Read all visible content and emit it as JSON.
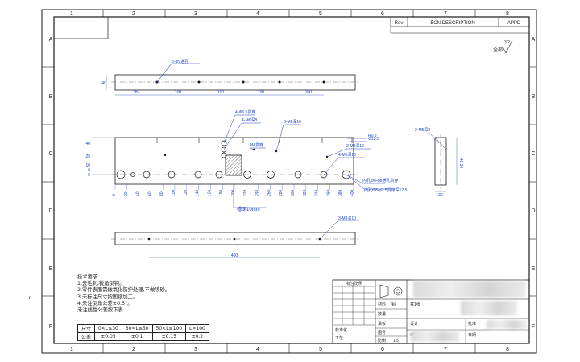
{
  "grid": {
    "cols": [
      "1",
      "2",
      "3",
      "4",
      "5",
      "6",
      "7",
      "8"
    ],
    "rows": [
      "A",
      "B",
      "C",
      "D",
      "E",
      "F"
    ]
  },
  "revision_table": {
    "rev_label": "Rev",
    "desc_label": "ECN DESCRIPTION",
    "appd_label": "APPD"
  },
  "roughness": {
    "prefix": "全部",
    "value": "3.2"
  },
  "top_view": {
    "note": "5-Φ9通孔",
    "dims": [
      "95",
      "100",
      "100",
      "100",
      "300"
    ],
    "height_dim": "40"
  },
  "front_view": {
    "callouts": [
      "4-Φ6.5贯穿",
      "4-M6深8",
      "3-M6深10",
      "M4贯穿",
      "3-M6深10",
      "4-M5深10",
      "内孔Φ6-φ8通孔贯穿",
      "内孔Φ8-φ7.5贯穿深12.5",
      "Φ12.5",
      "R0.5"
    ],
    "pocket_label": "槽深10mm",
    "left_dims": [
      "40",
      "25",
      "10",
      "8",
      "5"
    ],
    "bottom_dims": [
      "0",
      "20",
      "40",
      "60",
      "80",
      "100",
      "120",
      "140",
      "160",
      "180",
      "200",
      "220",
      "240",
      "260",
      "280",
      "300",
      "320",
      "340",
      "360",
      "380",
      "400"
    ]
  },
  "bottom_view": {
    "note": "3-M6深10",
    "length_dim": "400"
  },
  "side_view": {
    "note": "2-M5深8",
    "dims": [
      "40.30",
      "30"
    ]
  },
  "notes": {
    "title": "技术要求",
    "items": [
      "1.去毛刺,锐角倒钝。",
      "2.零件表面需做氧化防护处理,不做喷砂。",
      "3.未标注尺寸按图纸加工。",
      "4.未注倒角公差±0.5°。",
      "未注线性公差按下表"
    ]
  },
  "tolerance_table": {
    "header": [
      "尺寸",
      "0<L≤30",
      "30<L≤50",
      "50<L≤100",
      "L>100"
    ],
    "values": [
      "公差",
      "±0.05",
      "±0.1",
      "±0.15",
      "±0.2"
    ]
  },
  "title_block": {
    "header": "标注比例",
    "material_label": "材料",
    "material_value": "铝",
    "quantity_label": "数量",
    "part_name": "滑板",
    "scale_label": "比例",
    "scale_value": "1:5",
    "sheet_label": "共1张",
    "drawing_label": "图号",
    "designer_label": "设计",
    "checker_label": "审核",
    "approver_label": "批准",
    "date_label": "日期",
    "std_label": "标准化",
    "process_label": "工艺"
  },
  "margin_mark": "r---"
}
